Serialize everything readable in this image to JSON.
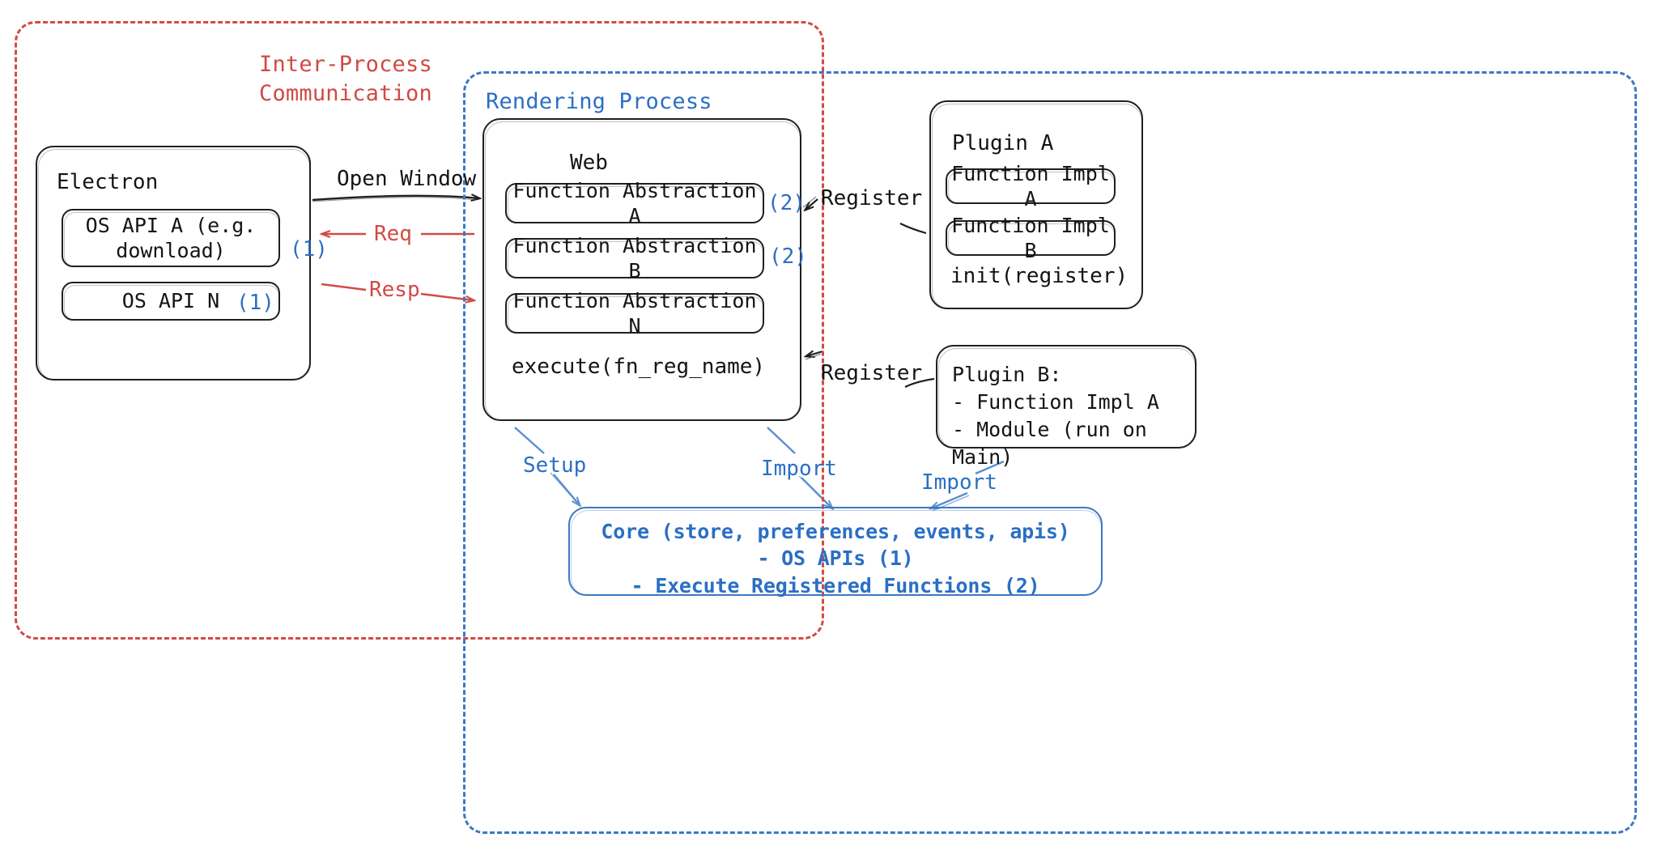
{
  "groups": {
    "ipc": {
      "title": "Inter-Process\nCommunication",
      "color": "#cf4a44"
    },
    "rendering": {
      "title": "Rendering Process",
      "color": "#2b6fc4"
    }
  },
  "electron": {
    "title": "Electron",
    "api_a": "OS API A (e.g.\ndownload)",
    "api_a_tag": "(1)",
    "api_n": "OS API N",
    "api_n_tag": "(1)"
  },
  "web": {
    "title": "Web",
    "abstractions": [
      {
        "label": "Function Abstraction A",
        "tag": "(2)"
      },
      {
        "label": "Function Abstraction B",
        "tag": "(2)"
      },
      {
        "label": "Function Abstraction N",
        "tag": ""
      }
    ],
    "execute": "execute(fn_reg_name)"
  },
  "plugin_a": {
    "title": "Plugin A",
    "impl_a": "Function Impl A",
    "impl_b": "Function Impl B",
    "init": "init(register)"
  },
  "plugin_b": {
    "text": "Plugin B:\n- Function Impl A\n- Module (run on Main)"
  },
  "core": {
    "text": "Core (store, preferences, events, apis)\n- OS APIs (1)\n- Execute Registered Functions (2)"
  },
  "edges": {
    "open_window": "Open Window",
    "req": "Req",
    "resp": "Resp",
    "register_top": "Register",
    "register_bottom": "Register",
    "setup": "Setup",
    "import_web": "Import",
    "import_plugin_b": "Import"
  },
  "colors": {
    "red": "#d14b45",
    "blue": "#2b6fc4",
    "blue_light": "#5a8fd0",
    "ink": "#141414"
  }
}
